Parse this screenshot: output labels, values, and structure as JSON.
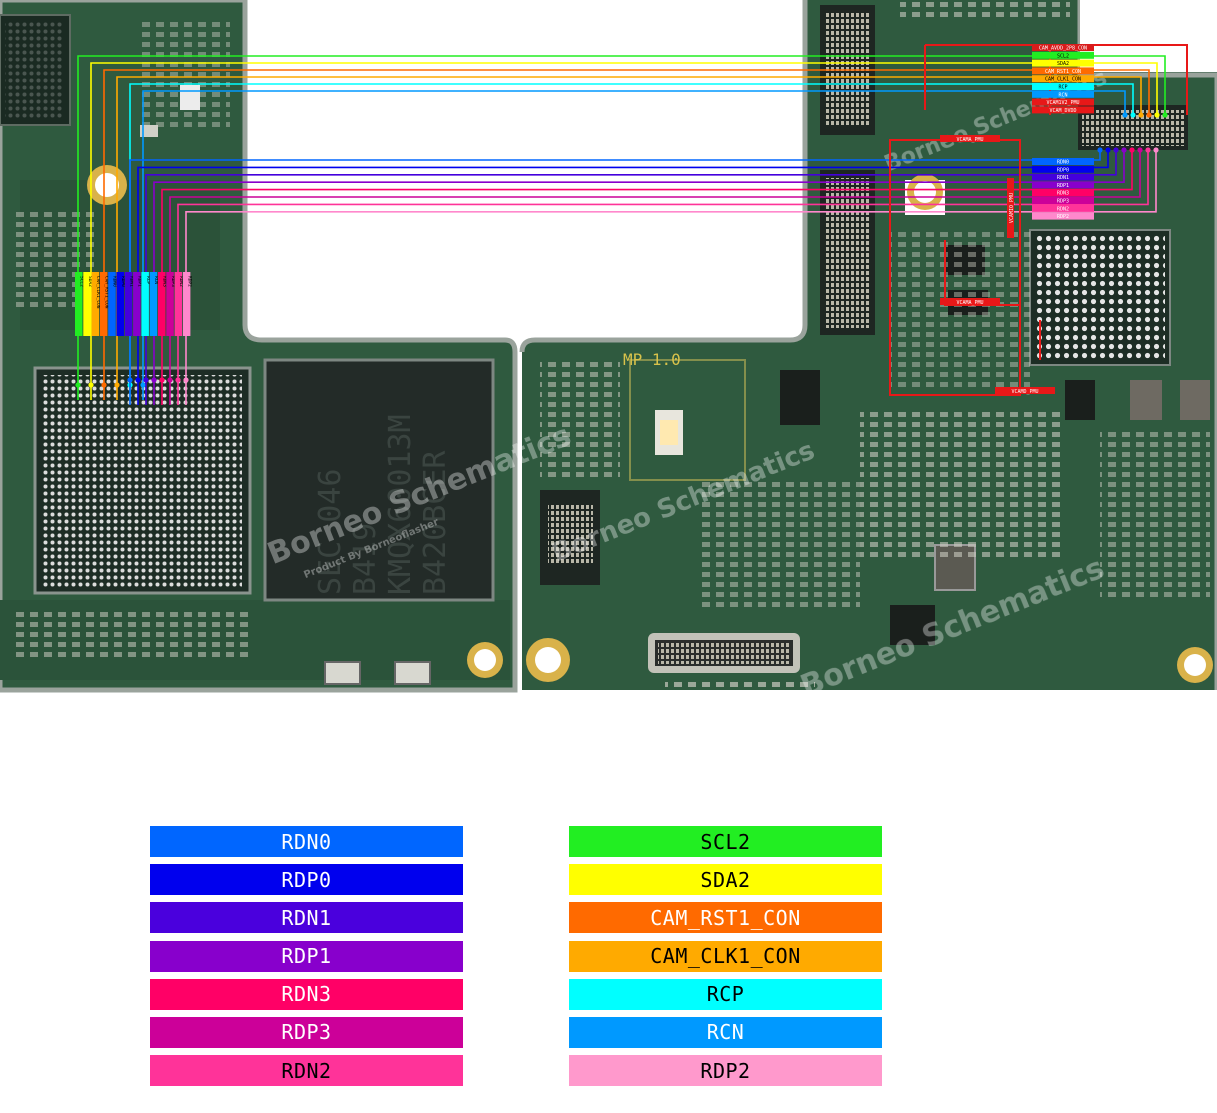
{
  "board": {
    "silkscreen_version": "MP 1.0",
    "watermark_brand": "Borneo Schematics",
    "watermark_tagline": "Product By Borneoflasher",
    "chip_marking_lines": [
      "SEC 046",
      "B419",
      "KMQX60013M",
      "B420BCER"
    ],
    "connector_labels": [
      {
        "text": "CAM_AVDD_2P8_CON",
        "color": "#d81c1c",
        "text_color": "#ffffff"
      },
      {
        "text": "SCL2",
        "color": "#22ee22",
        "text_color": "#000000"
      },
      {
        "text": "SDA2",
        "color": "#ffff00",
        "text_color": "#000000"
      },
      {
        "text": "CAM_RST1_CON",
        "color": "#ff6a00",
        "text_color": "#ffffff"
      },
      {
        "text": "CAM_CLK1_CON",
        "color": "#ffaa00",
        "text_color": "#000000"
      },
      {
        "text": "RCP",
        "color": "#00ffff",
        "text_color": "#000000"
      },
      {
        "text": "RCN",
        "color": "#0099ff",
        "text_color": "#ffffff"
      },
      {
        "text": "VCAM1V2_PMU",
        "color": "#e81818",
        "text_color": "#ffffff"
      },
      {
        "text": "VCAM_DVDD",
        "color": "#e81818",
        "text_color": "#ffffff"
      }
    ],
    "lane_labels": [
      {
        "text": "RDN0",
        "color": "#0066ff"
      },
      {
        "text": "RDP0",
        "color": "#0000ee"
      },
      {
        "text": "RDN1",
        "color": "#4400dd"
      },
      {
        "text": "RDP1",
        "color": "#8800cc"
      },
      {
        "text": "RDN3",
        "color": "#ff0066"
      },
      {
        "text": "RDP3",
        "color": "#cc0099"
      },
      {
        "text": "RDN2",
        "color": "#ff3399"
      },
      {
        "text": "RDP2",
        "color": "#ff88cc"
      }
    ],
    "power_labels": [
      "VCAMA_PMU",
      "VCAMA_PMU",
      "VCAMIO_PMU",
      "VCAMD_PMU"
    ]
  },
  "legend": {
    "left": [
      {
        "label": "RDN0",
        "color": "#0066ff",
        "text_color": "#ffffff"
      },
      {
        "label": "RDP0",
        "color": "#0000ee",
        "text_color": "#ffffff"
      },
      {
        "label": "RDN1",
        "color": "#4a00dd",
        "text_color": "#ffffff"
      },
      {
        "label": "RDP1",
        "color": "#8800cc",
        "text_color": "#ffffff"
      },
      {
        "label": "RDN3",
        "color": "#ff0066",
        "text_color": "#ffffff"
      },
      {
        "label": "RDP3",
        "color": "#cc0099",
        "text_color": "#ffffff"
      },
      {
        "label": "RDN2",
        "color": "#ff3399",
        "text_color": "#000000"
      }
    ],
    "right": [
      {
        "label": "SCL2",
        "color": "#22ee22",
        "text_color": "#000000"
      },
      {
        "label": "SDA2",
        "color": "#ffff00",
        "text_color": "#000000"
      },
      {
        "label": "CAM_RST1_CON",
        "color": "#ff6a00",
        "text_color": "#ffffff"
      },
      {
        "label": "CAM_CLK1_CON",
        "color": "#ffaa00",
        "text_color": "#000000"
      },
      {
        "label": "RCP",
        "color": "#00ffff",
        "text_color": "#000000"
      },
      {
        "label": "RCN",
        "color": "#0099ff",
        "text_color": "#ffffff"
      },
      {
        "label": "RDP2",
        "color": "#ff99cc",
        "text_color": "#000000"
      }
    ]
  }
}
